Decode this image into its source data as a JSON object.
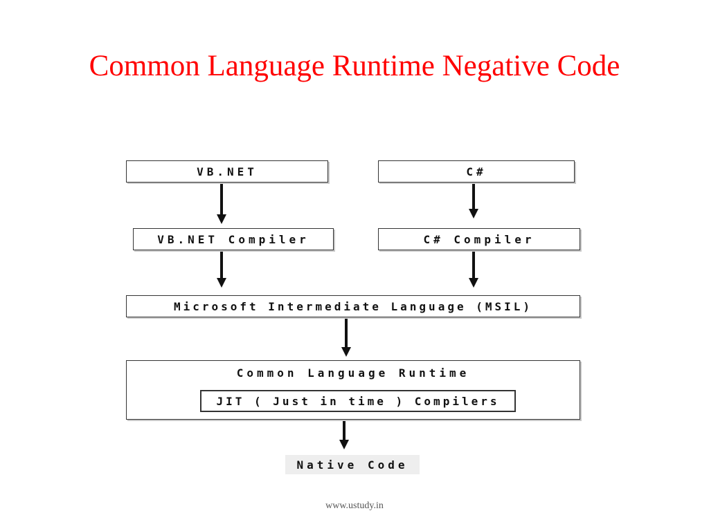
{
  "slide": {
    "title": "Common Language Runtime Negative Code",
    "footer": "www.ustudy.in"
  },
  "diagram": {
    "vbnet": "VB.NET",
    "csharp": "C#",
    "vbnet_compiler": "VB.NET Compiler",
    "csharp_compiler": "C# Compiler",
    "msil": "Microsoft Intermediate Language (MSIL)",
    "clr": "Common Language Runtime",
    "jit": "JIT ( Just in time ) Compilers",
    "native": "Native Code"
  },
  "colors": {
    "title": "#ff0000",
    "box_border": "#333333",
    "arrow": "#111111"
  }
}
